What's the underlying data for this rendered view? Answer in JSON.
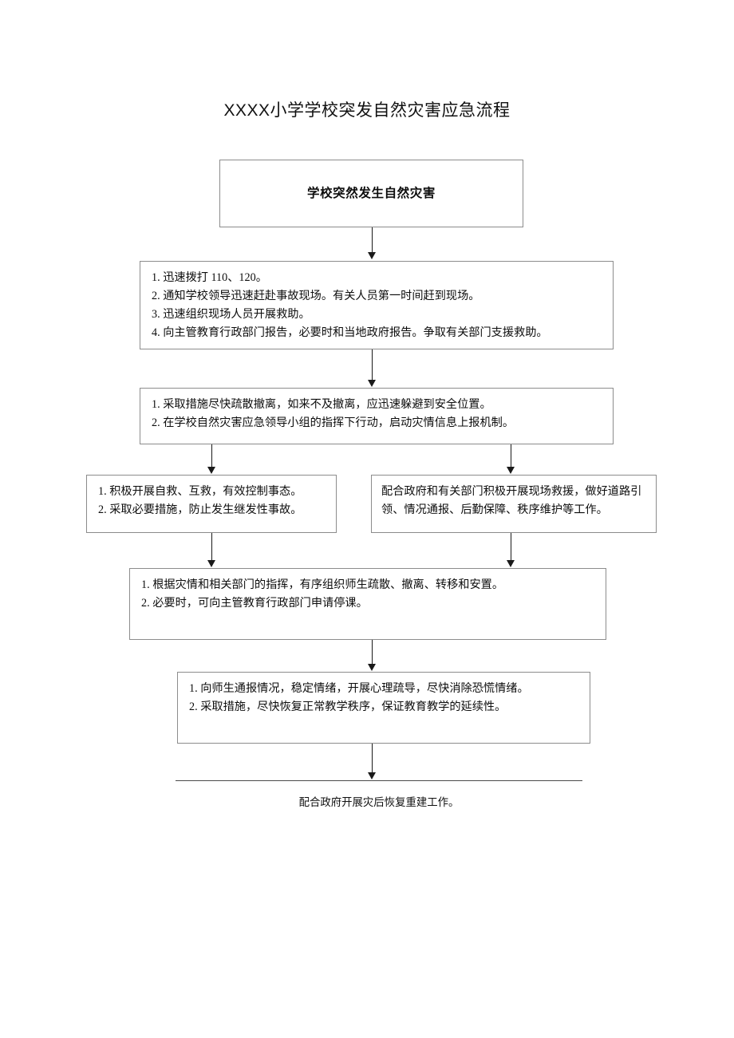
{
  "document": {
    "title": "XXXX小学学校突发自然灾害应急流程"
  },
  "flow": {
    "header_box": {
      "text": "学校突然发生自然灾害"
    },
    "step_report": {
      "line1": "1. 迅速拨打 110、120。",
      "line2": "2. 通知学校领导迅速赶赴事故现场。有关人员第一时间赶到现场。",
      "line3": "3. 迅速组织现场人员开展救助。",
      "line4": "4. 向主管教育行政部门报告，必要时和当地政府报告。争取有关部门支援救助。"
    },
    "step_evacuate": {
      "line1": "1. 采取措施尽快疏散撤离，如来不及撤离，应迅速躲避到安全位置。",
      "line2": "2. 在学校自然灾害应急领导小组的指挥下行动，启动灾情信息上报机制。"
    },
    "branch_left": {
      "line1": "1. 积极开展自救、互救，有效控制事态。",
      "line2": "2. 采取必要措施，防止发生继发性事故。"
    },
    "branch_right": {
      "text": "配合政府和有关部门积极开展现场救援，做好道路引领、情况通报、后勤保障、秩序维护等工作。"
    },
    "step_transfer": {
      "line1": "1. 根据灾情和相关部门的指挥，有序组织师生疏散、撤离、转移和安置。",
      "line2": "2. 必要时，可向主管教育行政部门申请停课。"
    },
    "step_recover": {
      "line1": "1. 向师生通报情况，稳定情绪，开展心理疏导，尽快消除恐慌情绪。",
      "line2": "2. 采取措施，尽快恢复正常教学秩序，保证教育教学的延续性。"
    },
    "terminal": {
      "text": "配合政府开展灾后恢复重建工作。"
    }
  },
  "style": {
    "box_border_color": "#8c8c8c",
    "connector_color": "#1a1a1a",
    "page_background": "#ffffff",
    "text_color": "#0d0d0d"
  }
}
